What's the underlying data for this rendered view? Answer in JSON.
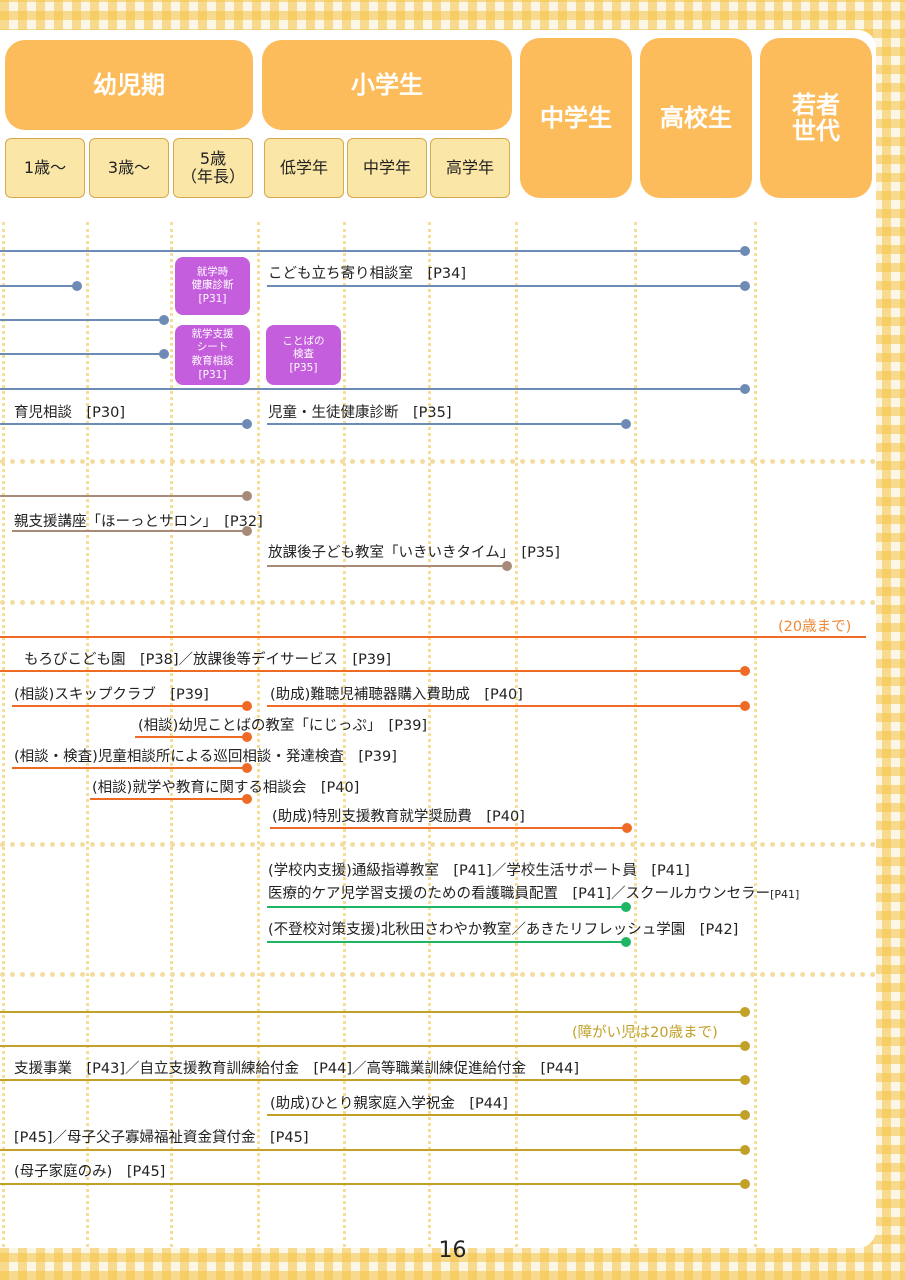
{
  "header": {
    "yoji": "幼児期",
    "shogaku": "小学生",
    "chugaku": "中学生",
    "koko": "高校生",
    "wakamono_1": "若者",
    "wakamono_2": "世代",
    "age1": "1歳～",
    "age3": "3歳～",
    "age5_1": "5歳",
    "age5_2": "（年長）",
    "low": "低学年",
    "mid": "中学年",
    "high": "高学年"
  },
  "boxes": {
    "kenko_1": "就学時",
    "kenko_2": "健康診断",
    "kenko_3": "[P31]",
    "shien_1": "就学支援",
    "shien_2": "シート",
    "shien_3": "教育相談",
    "shien_4": "[P31]",
    "kotoba_1": "ことばの",
    "kotoba_2": "検査",
    "kotoba_3": "[P35]"
  },
  "labels": {
    "l1": "こども立ち寄り相談室　[P34]",
    "l2": "育児相談　[P30]",
    "l3": "児童・生徒健康診断　[P35]",
    "l4": "親支援講座「ほーっとサロン」　[P32]",
    "l5": "放課後子ども教室「いきいきタイム」　[P35]",
    "l6": "(20歳まで)",
    "l7": "もろびこども園　[P38]／放課後等デイサービス　[P39]",
    "l8": "(相談)スキップクラブ　[P39]",
    "l9": "(助成)難聴児補聴器購入費助成　[P40]",
    "l10": "(相談)幼児ことばの教室「にじっぷ」　[P39]",
    "l11": "(相談・検査)児童相談所による巡回相談・発達検査　[P39]",
    "l12": "(相談)就学や教育に関する相談会　[P40]",
    "l13": "(助成)特別支援教育就学奨励費　[P40]",
    "l14": "(学校内支援)通級指導教室　[P41]／学校生活サポート員　[P41]",
    "l15a": "医療的ケア児学習支援のための看護職員配置　[P41]／スクールカウンセラー",
    "l15b": "[P41]",
    "l16": "(不登校対策支援)北秋田さわやか教室／あきたリフレッシュ学園　[P42]",
    "l17": "(障がい児は20歳まで)",
    "l18": "支援事業　[P43]／自立支援教育訓練給付金　[P44]／高等職業訓練促進給付金　[P44]",
    "l19": "(助成)ひとり親家庭入学祝金　[P44]",
    "l20": "[P45]／母子父子寡婦福祉資金貸付金　[P45]",
    "l21": "(母子家庭のみ)　[P45]"
  },
  "page_number": "16",
  "colors": {
    "header": "#fcbc5b",
    "subheader": "#fae6a6",
    "blue": "#6d8bb5",
    "brown": "#a88a78",
    "orange": "#ef6a24",
    "green": "#1eb664",
    "gold": "#c1a128",
    "purple": "#c45edd"
  }
}
